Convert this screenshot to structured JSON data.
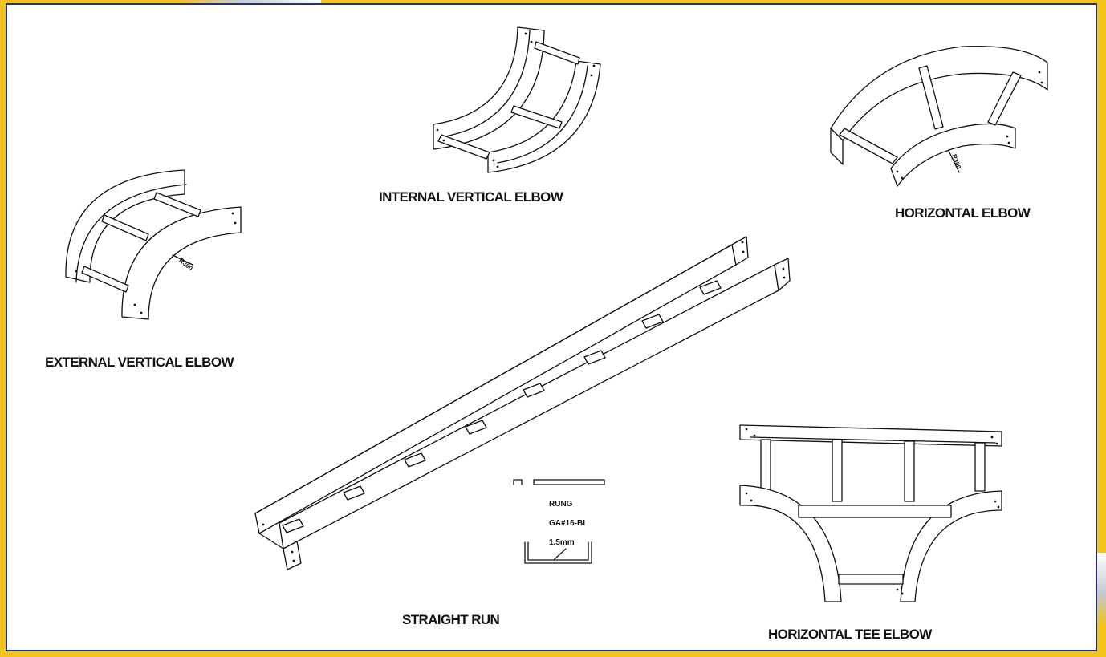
{
  "labels": {
    "internal_vertical_elbow": "INTERNAL VERTICAL ELBOW",
    "horizontal_elbow": "HORIZONTAL ELBOW",
    "external_vertical_elbow": "EXTERNAL VERTICAL ELBOW",
    "straight_run": "STRAIGHT RUN",
    "horizontal_tee_elbow": "HORIZONTAL TEE ELBOW"
  },
  "dimensions": {
    "external_elbow_radius": "R300",
    "horizontal_elbow_radius": "R300"
  },
  "rung_detail": {
    "title": "RUNG",
    "gauge": "GA#16-BI",
    "thickness": "1.5mm"
  },
  "colors": {
    "frame_border": "#22317a",
    "accent_yellow": "#f4c41a",
    "line": "#111111"
  }
}
